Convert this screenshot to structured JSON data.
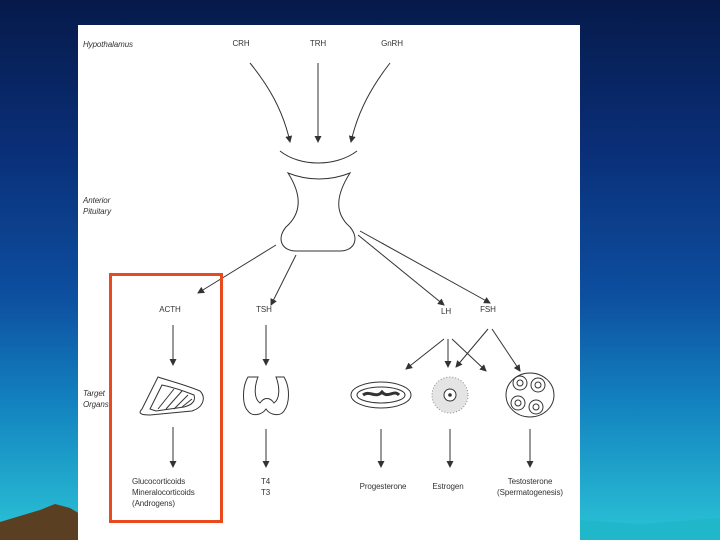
{
  "colors": {
    "background_top": "#061a4a",
    "background_bottom": "#2bc4d6",
    "highlight": "#e8491d",
    "line": "#333333"
  },
  "levels": {
    "hypothalamus": "Hypothalamus",
    "anterior_pituitary": "Anterior\nPituitary",
    "target_organs": "Target\nOrgans"
  },
  "releasing_hormones": [
    "CRH",
    "TRH",
    "GnRH"
  ],
  "pituitary_hormones": [
    "ACTH",
    "TSH",
    "LH",
    "FSH"
  ],
  "products": {
    "adrenal": "Glucocorticoids\nMineralocorticoids\n(Androgens)",
    "thyroid": "T4\nT3",
    "corpus_luteum": "Progesterone",
    "follicle": "Estrogen",
    "testis": "Testosterone\n(Spermatogenesis)"
  }
}
